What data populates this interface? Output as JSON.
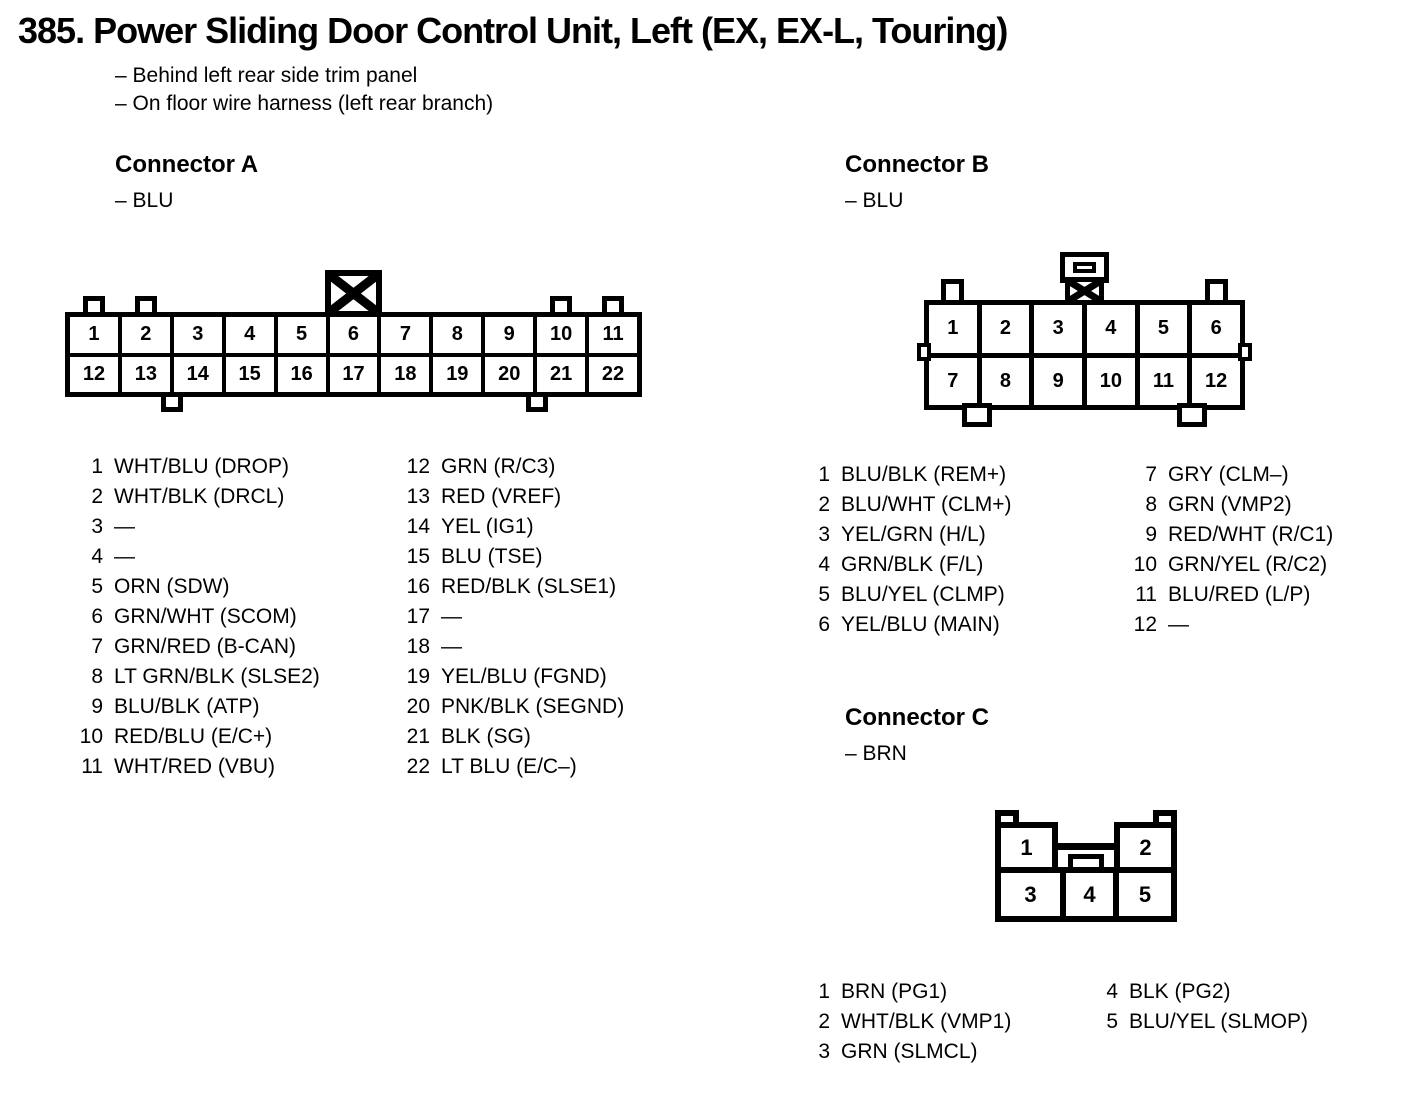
{
  "page": {
    "title": "385. Power Sliding Door Control Unit, Left (EX, EX-L, Touring)",
    "notes": [
      "– Behind left rear side trim panel",
      "– On floor wire harness (left rear branch)"
    ]
  },
  "connector_a": {
    "title": "Connector A",
    "color": "– BLU",
    "cells": [
      "1",
      "2",
      "3",
      "4",
      "5",
      "6",
      "7",
      "8",
      "9",
      "10",
      "11",
      "12",
      "13",
      "14",
      "15",
      "16",
      "17",
      "18",
      "19",
      "20",
      "21",
      "22"
    ],
    "pins_left": [
      {
        "n": "1",
        "label": "WHT/BLU (DROP)"
      },
      {
        "n": "2",
        "label": "WHT/BLK (DRCL)"
      },
      {
        "n": "3",
        "label": "—"
      },
      {
        "n": "4",
        "label": "—"
      },
      {
        "n": "5",
        "label": "ORN (SDW)"
      },
      {
        "n": "6",
        "label": "GRN/WHT (SCOM)"
      },
      {
        "n": "7",
        "label": "GRN/RED (B-CAN)"
      },
      {
        "n": "8",
        "label": "LT GRN/BLK (SLSE2)"
      },
      {
        "n": "9",
        "label": "BLU/BLK (ATP)"
      },
      {
        "n": "10",
        "label": "RED/BLU (E/C+)"
      },
      {
        "n": "11",
        "label": "WHT/RED (VBU)"
      }
    ],
    "pins_right": [
      {
        "n": "12",
        "label": "GRN (R/C3)"
      },
      {
        "n": "13",
        "label": "RED (VREF)"
      },
      {
        "n": "14",
        "label": "YEL (IG1)"
      },
      {
        "n": "15",
        "label": "BLU (TSE)"
      },
      {
        "n": "16",
        "label": "RED/BLK (SLSE1)"
      },
      {
        "n": "17",
        "label": "—"
      },
      {
        "n": "18",
        "label": "—"
      },
      {
        "n": "19",
        "label": "YEL/BLU (FGND)"
      },
      {
        "n": "20",
        "label": "PNK/BLK (SEGND)"
      },
      {
        "n": "21",
        "label": "BLK (SG)"
      },
      {
        "n": "22",
        "label": "LT BLU (E/C–)"
      }
    ]
  },
  "connector_b": {
    "title": "Connector B",
    "color": "– BLU",
    "cells": [
      "1",
      "2",
      "3",
      "4",
      "5",
      "6",
      "7",
      "8",
      "9",
      "10",
      "11",
      "12"
    ],
    "pins_left": [
      {
        "n": "1",
        "label": "BLU/BLK (REM+)"
      },
      {
        "n": "2",
        "label": "BLU/WHT (CLM+)"
      },
      {
        "n": "3",
        "label": "YEL/GRN (H/L)"
      },
      {
        "n": "4",
        "label": "GRN/BLK (F/L)"
      },
      {
        "n": "5",
        "label": "BLU/YEL (CLMP)"
      },
      {
        "n": "6",
        "label": "YEL/BLU (MAIN)"
      }
    ],
    "pins_right": [
      {
        "n": "7",
        "label": "GRY (CLM–)"
      },
      {
        "n": "8",
        "label": "GRN (VMP2)"
      },
      {
        "n": "9",
        "label": "RED/WHT (R/C1)"
      },
      {
        "n": "10",
        "label": "GRN/YEL (R/C2)"
      },
      {
        "n": "11",
        "label": "BLU/RED (L/P)"
      },
      {
        "n": "12",
        "label": "—"
      }
    ]
  },
  "connector_c": {
    "title": "Connector C",
    "color": "– BRN",
    "top_cells": [
      "1",
      "2"
    ],
    "bottom_cells": [
      "3",
      "4",
      "5"
    ],
    "pins_left": [
      {
        "n": "1",
        "label": "BRN (PG1)"
      },
      {
        "n": "2",
        "label": "WHT/BLK (VMP1)"
      },
      {
        "n": "3",
        "label": "GRN (SLMCL)"
      }
    ],
    "pins_right": [
      {
        "n": "4",
        "label": "BLK (PG2)"
      },
      {
        "n": "5",
        "label": "BLU/YEL (SLMOP)"
      }
    ]
  }
}
